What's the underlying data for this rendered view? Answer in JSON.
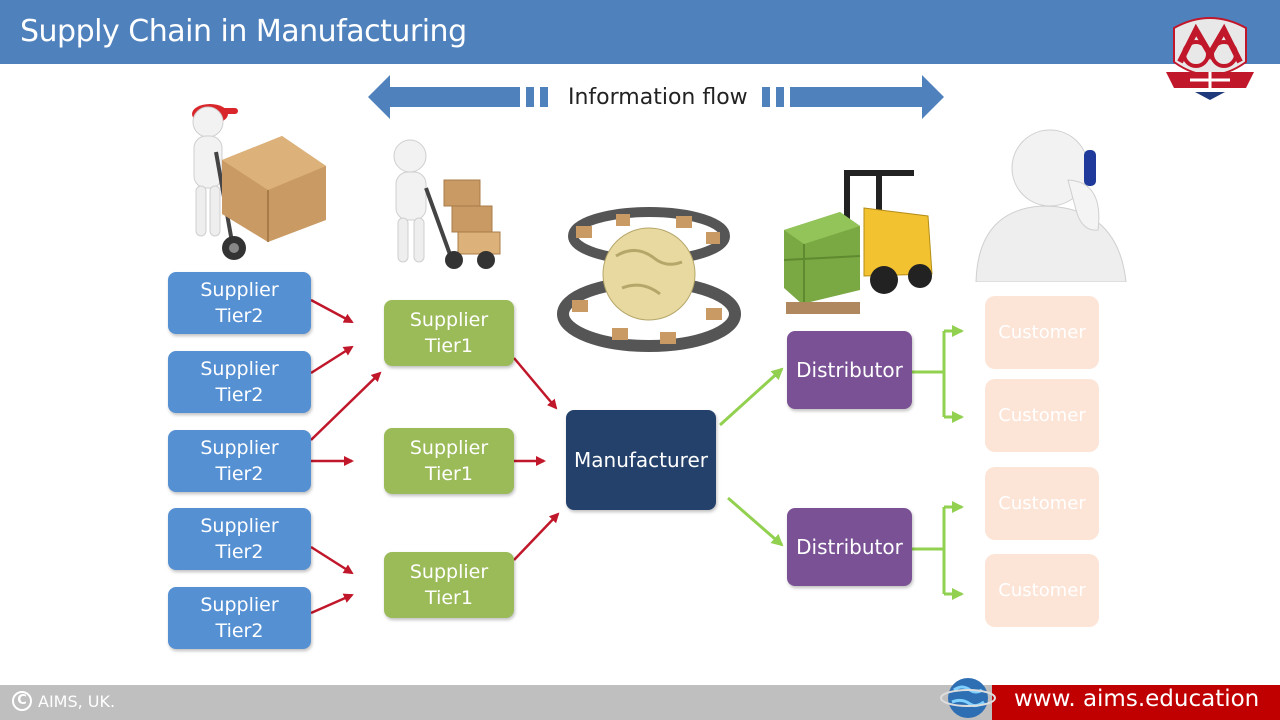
{
  "header": {
    "title": "Supply Chain in Manufacturing"
  },
  "info_flow": {
    "label": "Information flow"
  },
  "suppliers_tier2": [
    {
      "line1": "Supplier",
      "line2": "Tier2"
    },
    {
      "line1": "Supplier",
      "line2": "Tier2"
    },
    {
      "line1": "Supplier",
      "line2": "Tier2"
    },
    {
      "line1": "Supplier",
      "line2": "Tier2"
    },
    {
      "line1": "Supplier",
      "line2": "Tier2"
    }
  ],
  "suppliers_tier1": [
    {
      "line1": "Supplier",
      "line2": "Tier1"
    },
    {
      "line1": "Supplier",
      "line2": "Tier1"
    },
    {
      "line1": "Supplier",
      "line2": "Tier1"
    }
  ],
  "manufacturer": {
    "label": "Manufacturer"
  },
  "distributors": [
    {
      "label": "Distributor"
    },
    {
      "label": "Distributor"
    }
  ],
  "customers": [
    {
      "label": "Customer"
    },
    {
      "label": "Customer"
    },
    {
      "label": "Customer"
    },
    {
      "label": "Customer"
    }
  ],
  "footer": {
    "copyright": "AIMS, UK.",
    "url": "www. aims.education"
  },
  "colors": {
    "header": "#4f81bd",
    "tier2": "#5590d3",
    "tier1": "#9bbb59",
    "manufacturer": "#24416b",
    "distributor": "#7b5195",
    "customer": "#fce4d6",
    "red_arrow": "#c0172b",
    "green_arrow": "#92d050",
    "footer_red": "#c00000"
  },
  "icons": [
    "worker-hand-truck-cap-icon",
    "worker-hand-truck-icon",
    "conveyor-globe-icon",
    "forklift-icon",
    "person-phone-icon",
    "aims-logo-icon",
    "globe-icon",
    "copyright-icon"
  ]
}
